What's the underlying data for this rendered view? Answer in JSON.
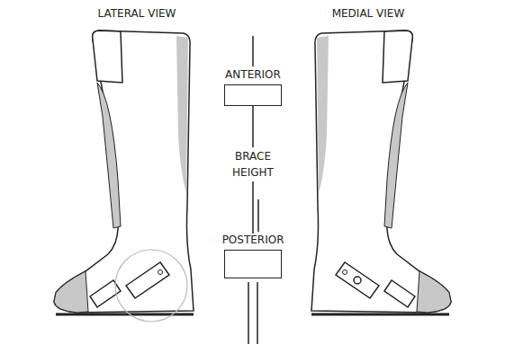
{
  "diagram": {
    "nodes": [
      {
        "text": [
          "ANTERIOR"
        ]
      },
      {
        "text": [
          "POSTERIOR"
        ]
      }
    ],
    "edges": [
      {
        "from": 0,
        "to": 1,
        "arrow": "none",
        "label": "BRACE HEIGHT"
      }
    ],
    "labels": [
      "LATERAL VIEW",
      "MEDIAL VIEW"
    ]
  }
}
